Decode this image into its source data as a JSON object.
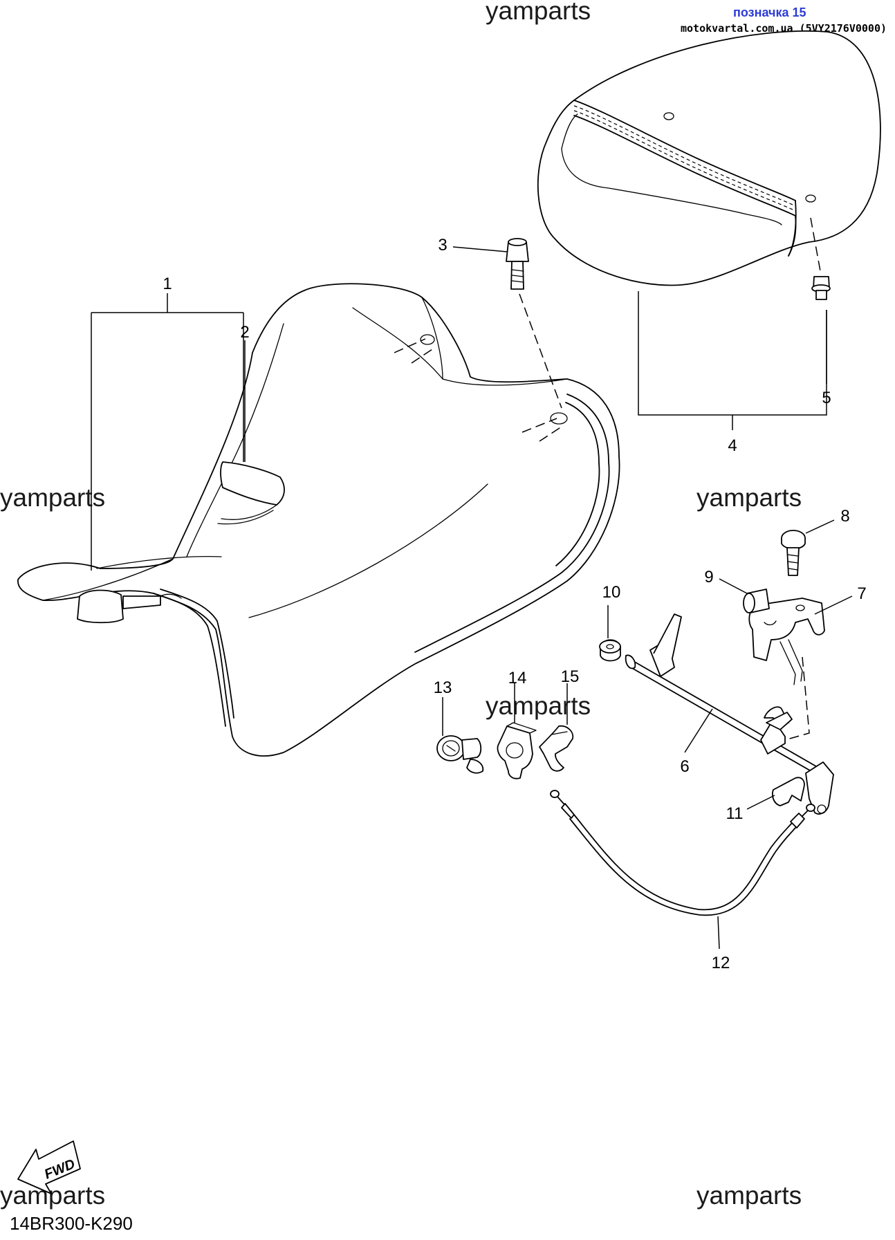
{
  "header": {
    "label_text": "позначка 15",
    "label_color": "#2b3bd6",
    "source_text": "motokvartal.com.ua (5VY2176V0000)"
  },
  "watermark": "yamparts",
  "drawing_code": "14BR300-K290",
  "fwd_arrow_label": "FWD",
  "callouts": {
    "c1": "1",
    "c2": "2",
    "c3": "3",
    "c4": "4",
    "c5": "5",
    "c6": "6",
    "c7": "7",
    "c8": "8",
    "c9": "9",
    "c10": "10",
    "c11": "11",
    "c12": "12",
    "c13": "13",
    "c14": "14",
    "c15": "15"
  }
}
